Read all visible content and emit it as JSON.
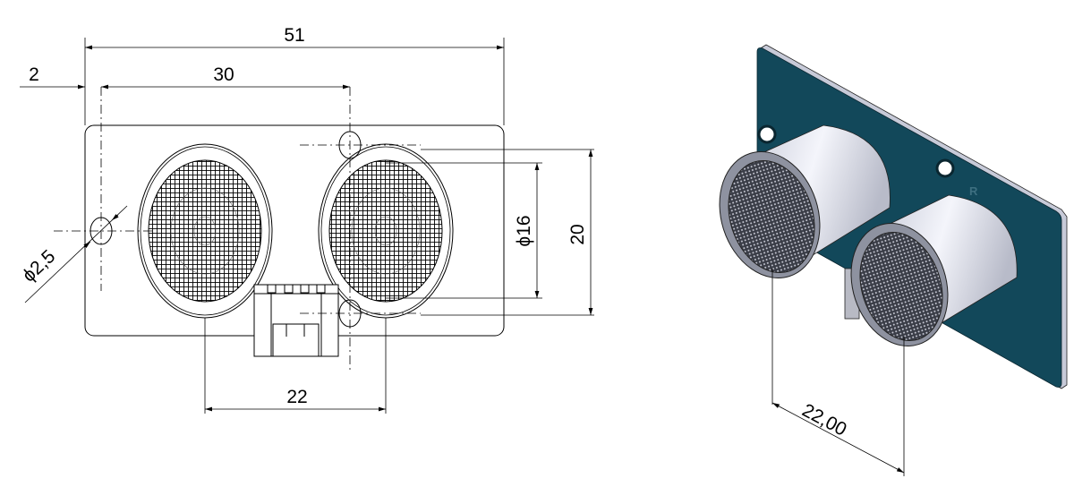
{
  "drawing": {
    "dimensions": {
      "overall_width": "51",
      "edge_to_hole": "2",
      "hole_to_hole": "30",
      "hole_diameter": "ϕ2,5",
      "sensor_diameter": "ϕ16",
      "hole_vertical_spacing": "20",
      "sensor_spacing": "22",
      "iso_sensor_spacing": "22,00"
    },
    "pcb_label": "R",
    "colors": {
      "pcb": "#12485a",
      "cylinder": "#dfe2ee",
      "line": "#000000"
    }
  }
}
